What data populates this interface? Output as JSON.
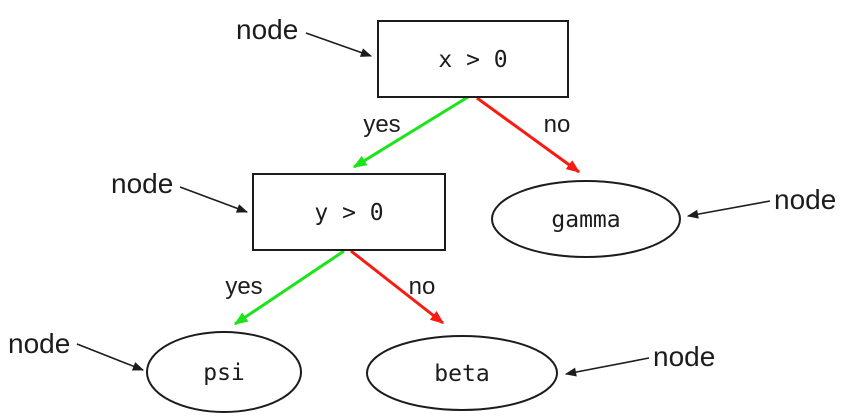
{
  "colors": {
    "edge_yes": "#1be41b",
    "edge_no": "#f81b12",
    "ink": "#1c1c1c",
    "node_fill": "#ffffff",
    "background": "#ffffff"
  },
  "diagram": {
    "type": "decision-tree",
    "nodes": [
      {
        "id": "root",
        "label": "x > 0",
        "shape": "box"
      },
      {
        "id": "cond2",
        "label": "y > 0",
        "shape": "box"
      },
      {
        "id": "gamma",
        "label": "gamma",
        "shape": "ellipse"
      },
      {
        "id": "psi",
        "label": "psi",
        "shape": "ellipse"
      },
      {
        "id": "beta",
        "label": "beta",
        "shape": "ellipse"
      }
    ],
    "edges": [
      {
        "from": "x > 0",
        "to": "y > 0",
        "label": "yes",
        "color_key": "edge_yes"
      },
      {
        "from": "x > 0",
        "to": "gamma",
        "label": "no",
        "color_key": "edge_no"
      },
      {
        "from": "y > 0",
        "to": "psi",
        "label": "yes",
        "color_key": "edge_yes"
      },
      {
        "from": "y > 0",
        "to": "beta",
        "label": "no",
        "color_key": "edge_no"
      }
    ],
    "annotations": [
      {
        "text": "node",
        "points_to": "x > 0"
      },
      {
        "text": "node",
        "points_to": "y > 0"
      },
      {
        "text": "node",
        "points_to": "gamma"
      },
      {
        "text": "node",
        "points_to": "psi"
      },
      {
        "text": "node",
        "points_to": "beta"
      }
    ]
  }
}
